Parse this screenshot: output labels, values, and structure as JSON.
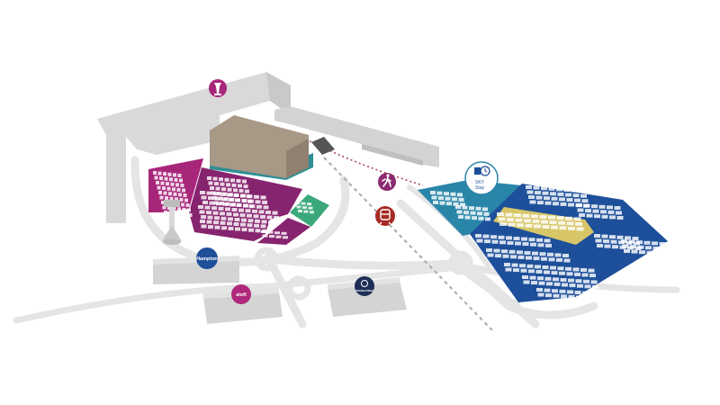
{
  "brand_labels": {
    "hampton": "Hampton",
    "hotel_left": "aloft",
    "doubletree": "DOUBLETREE"
  },
  "car_park_labels": {
    "sky_stay_line1": "SKY",
    "sky_stay_line2": "Stay"
  },
  "icons": {
    "control_tower": "control-tower-icon",
    "walkway": "pedestrian-icon",
    "rail": "train-icon",
    "sky_stay": "sky-stay-clock-icon"
  },
  "colors": {
    "terminal": "#d9d9da",
    "terminal_roof": "#a89886",
    "terminal_teal": "#2f8f95",
    "zone_magenta": "#a8267a",
    "zone_purple": "#87246f",
    "zone_green": "#3aa87a",
    "zone_teal": "#2a86a8",
    "zone_navy": "#1d4f9a",
    "zone_gold": "#d7c668",
    "road": "#e5e5e6",
    "rail_icon": "#a72a24",
    "walk_icon": "#8a2a70",
    "hampton_badge": "#1f4f99",
    "aloft_badge": "#b0287b",
    "doubletree_badge": "#1e2f57"
  }
}
